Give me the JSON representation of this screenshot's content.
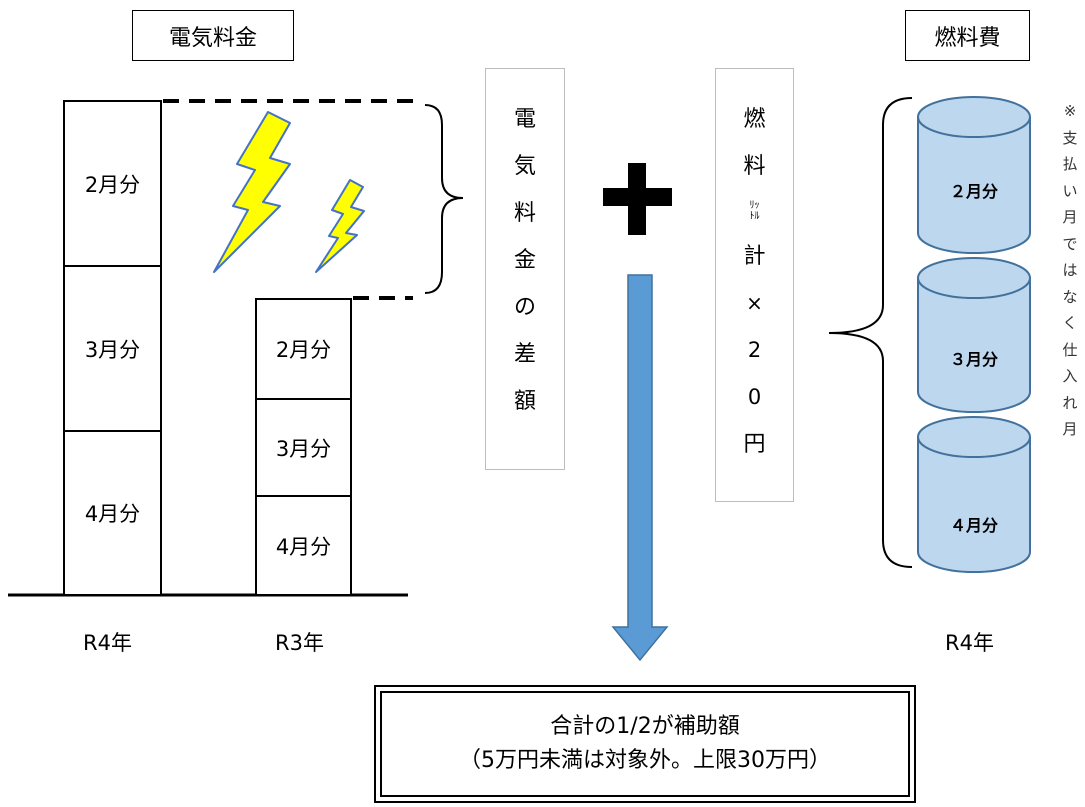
{
  "left_title": "電気料金",
  "right_title": "燃料費",
  "r4_bar": [
    "2月分",
    "3月分",
    "4月分"
  ],
  "r3_bar": [
    "2月分",
    "3月分",
    "4月分"
  ],
  "years": {
    "r4_left": "R4年",
    "r3": "R3年",
    "r4_right": "R4年"
  },
  "diff_box": [
    "電",
    "気",
    "料",
    "金",
    "の",
    "差",
    "額"
  ],
  "fuel_box": [
    "燃",
    "料",
    "ﾘｯﾄﾙ",
    "計",
    "×",
    "2",
    "0",
    "円"
  ],
  "plus_symbol": "plus",
  "tanks": [
    "２月分",
    "３月分",
    "４月分"
  ],
  "note": [
    "※",
    "支",
    "払",
    "い",
    "月",
    "で",
    "は",
    "な",
    "く",
    "仕",
    "入",
    "れ",
    "月"
  ],
  "result": {
    "line1": "合計の1/2が補助額",
    "line2": "（5万円未満は対象外。上限30万円）"
  },
  "colors": {
    "arrow": "#5b9bd5",
    "tank_fill": "#bdd7ee",
    "tank_stroke": "#41719c",
    "lightning_fill": "#ffff00",
    "lightning_stroke": "#4472c4"
  }
}
